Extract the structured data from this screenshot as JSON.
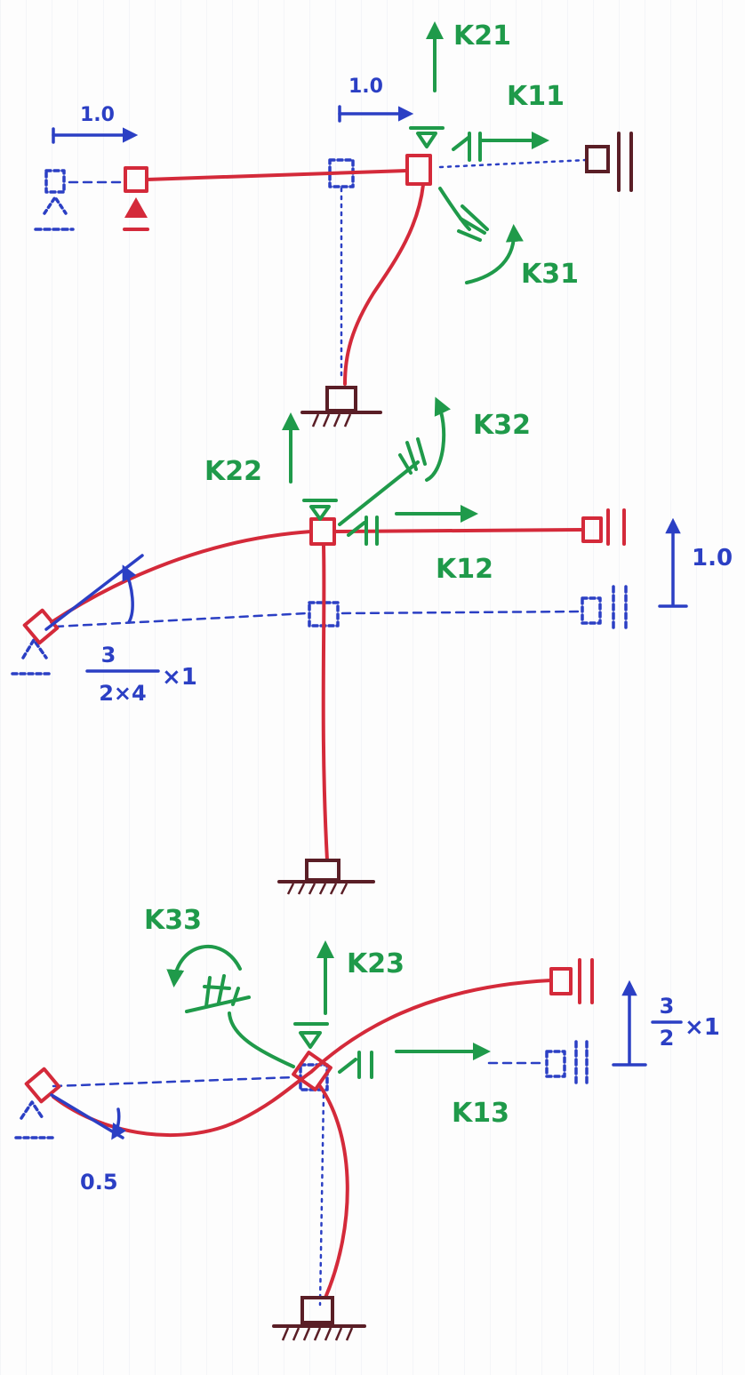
{
  "diagram": {
    "panels": [
      {
        "id": "case-1",
        "labels": {
          "k11": "K11",
          "k21": "K21",
          "k31": "K31",
          "unit_disp": "1.0"
        }
      },
      {
        "id": "case-2",
        "labels": {
          "k12": "K12",
          "k22": "K22",
          "k32": "K32",
          "unit_disp": "1.0",
          "rot_num": "3",
          "rot_den": "2×4",
          "rot_mult": "×1"
        }
      },
      {
        "id": "case-3",
        "labels": {
          "k13": "K13",
          "k23": "K23",
          "k33": "K33",
          "rot_value": "0.5",
          "disp_num": "3",
          "disp_den": "2",
          "disp_mult": "×1"
        }
      }
    ],
    "colors": {
      "deformed": "#d42a3a",
      "reference": "#2b3fc4",
      "forces": "#1f9a4a",
      "supports": "#5a1e26"
    }
  }
}
